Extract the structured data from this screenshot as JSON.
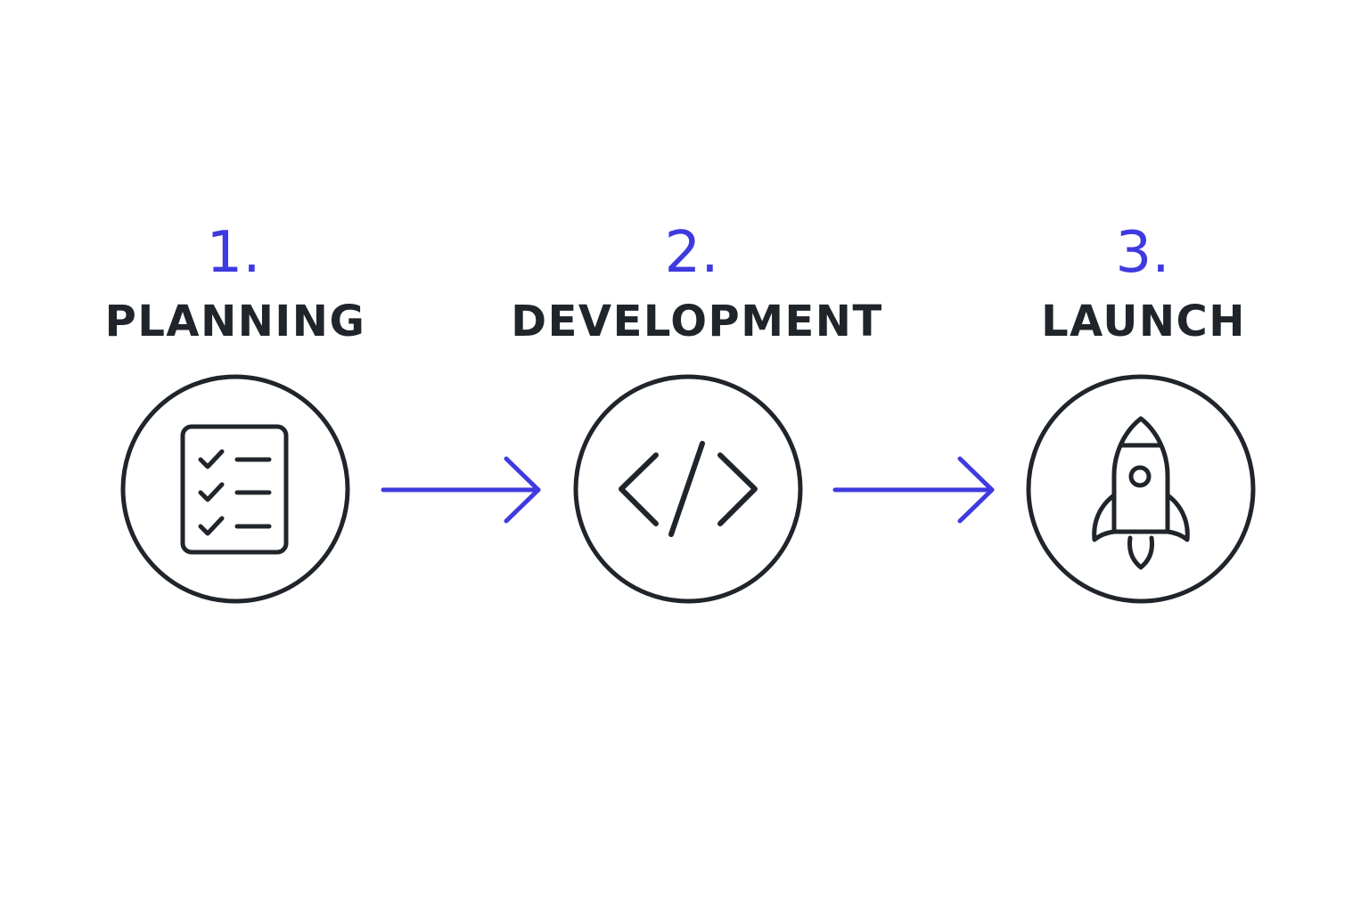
{
  "colors": {
    "accent": "#3f3ae0",
    "ink": "#20252b",
    "background": "#ffffff"
  },
  "steps": [
    {
      "number": "1.",
      "label": "PLANNING",
      "icon": "checklist-icon"
    },
    {
      "number": "2.",
      "label": "DEVELOPMENT",
      "icon": "code-icon"
    },
    {
      "number": "3.",
      "label": "LAUNCH",
      "icon": "rocket-icon"
    }
  ]
}
